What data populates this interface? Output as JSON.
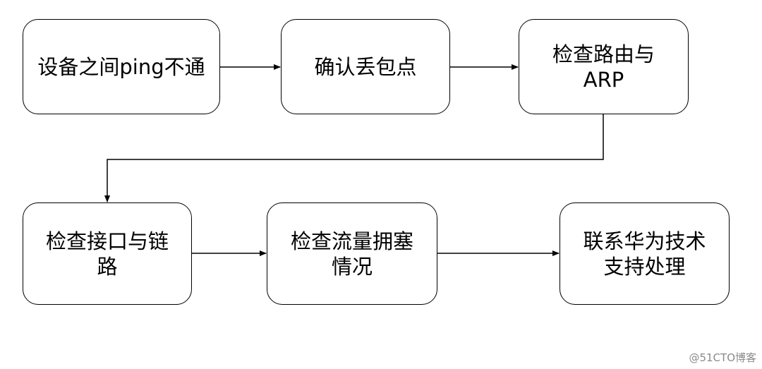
{
  "flowchart": {
    "nodes": [
      {
        "id": "n1",
        "label": "设备之间ping不通"
      },
      {
        "id": "n2",
        "label": "确认丢包点"
      },
      {
        "id": "n3",
        "label": "检查路由与ARP"
      },
      {
        "id": "n4",
        "label": "检查接口与链路"
      },
      {
        "id": "n5",
        "label": "检查流量拥塞情况"
      },
      {
        "id": "n6",
        "label": "联系华为技术支持处理"
      }
    ],
    "edges": [
      {
        "from": "n1",
        "to": "n2"
      },
      {
        "from": "n2",
        "to": "n3"
      },
      {
        "from": "n3",
        "to": "n4"
      },
      {
        "from": "n4",
        "to": "n5"
      },
      {
        "from": "n5",
        "to": "n6"
      }
    ]
  },
  "watermark": "@51CTO博客"
}
